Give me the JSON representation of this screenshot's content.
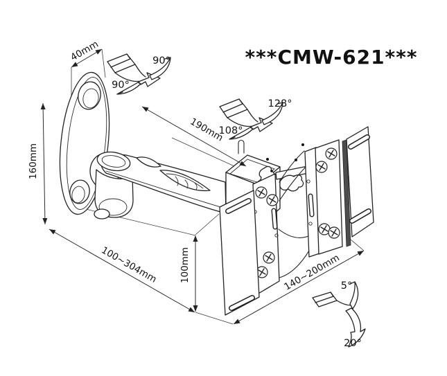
{
  "title": "***CMW-621***",
  "dimensions": {
    "plate_depth": "40mm",
    "plate_height": "160mm",
    "arm_length": "190mm",
    "extension_range": "100~304mm",
    "bracket_height": "100mm",
    "bracket_width_range": "140~200mm"
  },
  "angles": {
    "swivel_wall_up": "90°",
    "swivel_wall_down": "90°",
    "swivel_head_up": "128°",
    "swivel_head_down": "108°",
    "tilt_up": "5°",
    "tilt_down": "20°"
  },
  "colors": {
    "line": "#222222",
    "background": "#ffffff",
    "plate_edge_dark": "#4d4d4d"
  }
}
